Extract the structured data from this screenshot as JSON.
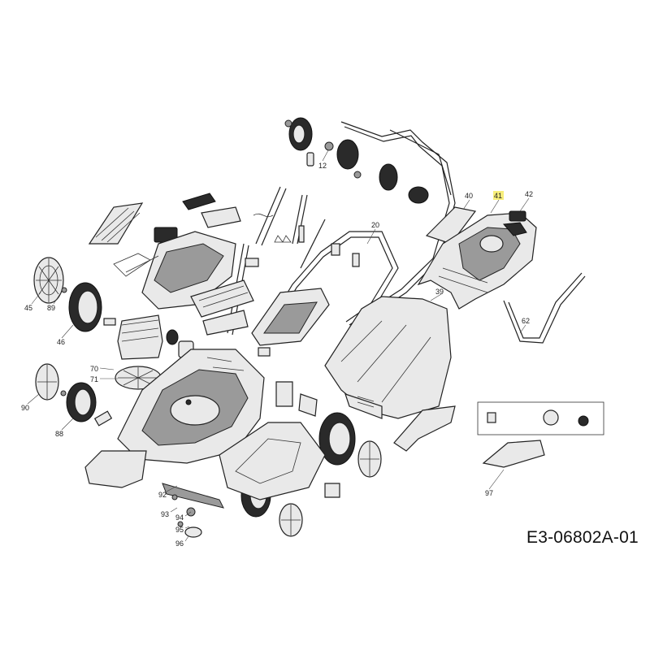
{
  "reference_code": "E3-06802A-01",
  "highlighted_part": "41",
  "parts": [
    {
      "id": "12"
    },
    {
      "id": "20"
    },
    {
      "id": "39"
    },
    {
      "id": "40"
    },
    {
      "id": "41"
    },
    {
      "id": "42"
    },
    {
      "id": "45"
    },
    {
      "id": "46"
    },
    {
      "id": "62"
    },
    {
      "id": "70"
    },
    {
      "id": "71"
    },
    {
      "id": "88"
    },
    {
      "id": "89"
    },
    {
      "id": "90"
    },
    {
      "id": "92"
    },
    {
      "id": "93"
    },
    {
      "id": "94"
    },
    {
      "id": "95"
    },
    {
      "id": "96"
    },
    {
      "id": "97"
    }
  ],
  "colors": {
    "highlight": "#f7ee7a",
    "line": "#222222",
    "fill": "#e9e9e9"
  }
}
